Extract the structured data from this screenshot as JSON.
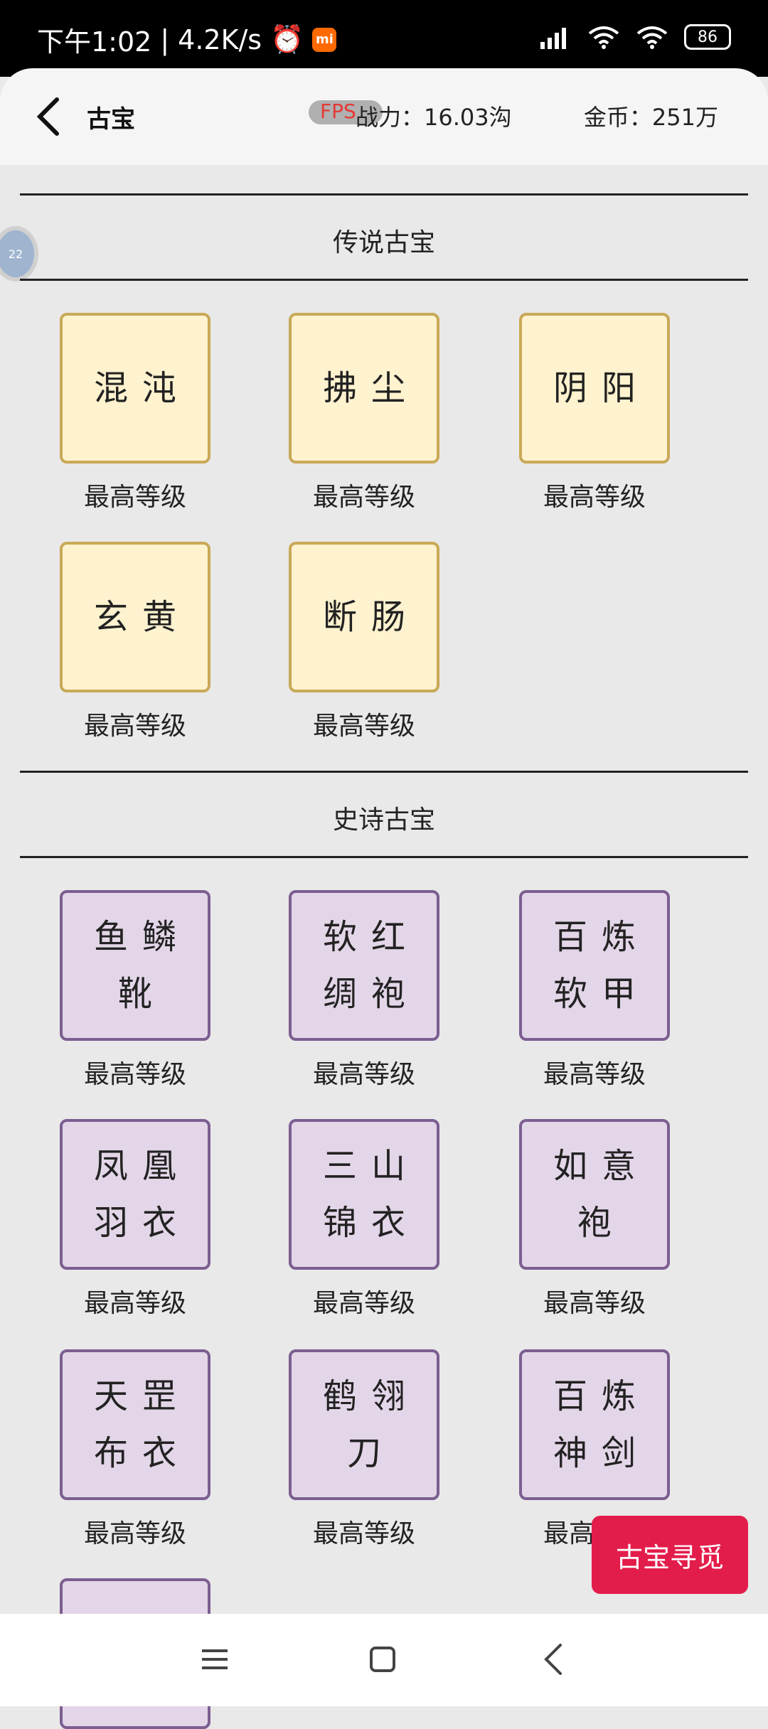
{
  "status_bar": {
    "time": "下午1:02",
    "network_speed": "4.2K/s",
    "battery": "86"
  },
  "header": {
    "title": "古宝",
    "fps_label": "FPS",
    "power_label": "战力：16.03沟",
    "gold_label": "金币：251万"
  },
  "bubble_text": "22",
  "sections": [
    {
      "title": "传说古宝",
      "rarity": "legend",
      "items": [
        {
          "name": "混沌",
          "status": "最高等级"
        },
        {
          "name": "拂尘",
          "status": "最高等级"
        },
        {
          "name": "阴阳",
          "status": "最高等级"
        },
        {
          "name": "玄黄",
          "status": "最高等级"
        },
        {
          "name": "断肠",
          "status": "最高等级"
        }
      ]
    },
    {
      "title": "史诗古宝",
      "rarity": "epic",
      "items": [
        {
          "name": "鱼鳞\n靴",
          "status": "最高等级"
        },
        {
          "name": "软红\n绸袍",
          "status": "最高等级"
        },
        {
          "name": "百炼\n软甲",
          "status": "最高等级"
        },
        {
          "name": "凤凰\n羽衣",
          "status": "最高等级"
        },
        {
          "name": "三山\n锦衣",
          "status": "最高等级"
        },
        {
          "name": "如意\n袍",
          "status": "最高等级"
        },
        {
          "name": "天罡\n布衣",
          "status": "最高等级"
        },
        {
          "name": "鹤翎\n刀",
          "status": "最高等级"
        },
        {
          "name": "百炼\n神剑",
          "status": "最高等级"
        },
        {
          "name": "",
          "status": ""
        }
      ]
    }
  ],
  "float_button": "古宝寻觅",
  "colors": {
    "legend_bg": "#fff2cf",
    "legend_border": "#c8a957",
    "epic_bg": "#e3d6e8",
    "epic_border": "#7c5e91",
    "float_button": "#e31d4b"
  }
}
